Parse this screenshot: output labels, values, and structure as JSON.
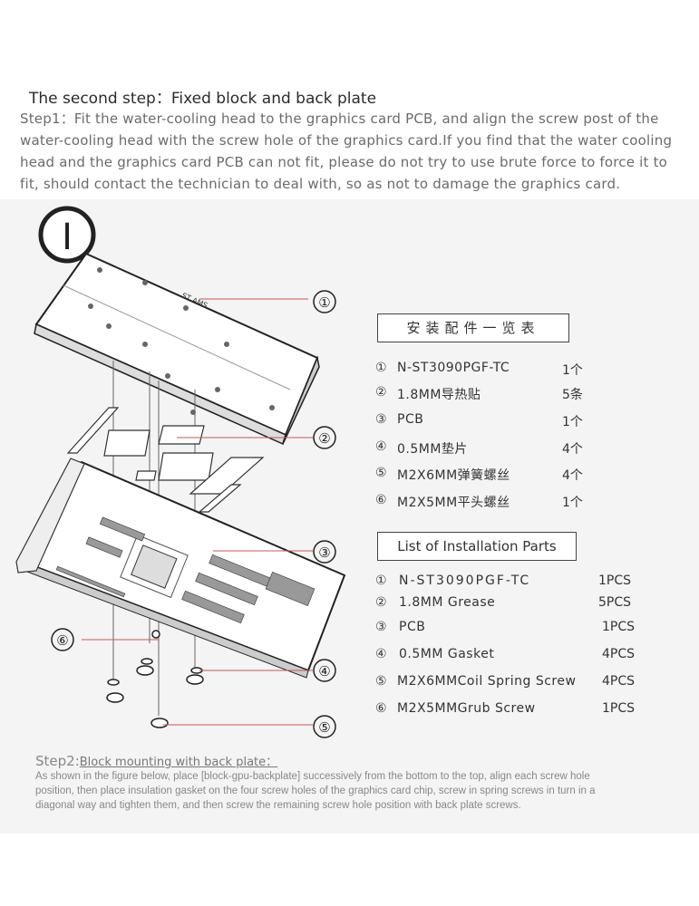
{
  "header": {
    "title": "The second step：Fixed block and back plate",
    "step1": "Step1：Fit the water-cooling head to the graphics card PCB, and align the screw post of the water-cooling head with the screw hole of the graphics card.If you find that the water cooling head and the graphics card PCB can not fit, please do not try to use brute force to force it to fit, should contact the technician to deal with, so as not to damage the graphics card."
  },
  "diagram": {
    "step_badge": "Ⅰ",
    "callouts": [
      "①",
      "②",
      "③",
      "④",
      "⑤",
      "⑥"
    ],
    "block_label": "ST AMS"
  },
  "parts_cn": {
    "heading": "安装配件一览表",
    "items": [
      {
        "num": "①",
        "name": "N-ST3090PGF-TC",
        "qty": "1个"
      },
      {
        "num": "②",
        "name": "1.8MM导热贴",
        "qty": "5条"
      },
      {
        "num": "③",
        "name": "PCB",
        "qty": "1个"
      },
      {
        "num": "④",
        "name": "0.5MM垫片",
        "qty": "4个"
      },
      {
        "num": "⑤",
        "name": "M2X6MM弹簧螺丝",
        "qty": "4个"
      },
      {
        "num": "⑥",
        "name": "M2X5MM平头螺丝",
        "qty": "1个"
      }
    ]
  },
  "parts_en": {
    "heading": "List of Installation Parts",
    "items": [
      {
        "num": "①",
        "name": "N-ST3090PGF-TC",
        "qty": "1PCS"
      },
      {
        "num": "②",
        "name": "1.8MM Grease",
        "qty": "5PCS"
      },
      {
        "num": "③",
        "name": "PCB",
        "qty": "1PCS"
      },
      {
        "num": "④",
        "name": "0.5MM Gasket",
        "qty": "4PCS"
      },
      {
        "num": "⑤",
        "name": "M2X6MMCoil Spring Screw",
        "qty": "4PCS"
      },
      {
        "num": "⑥",
        "name": "M2X5MMGrub Screw",
        "qty": "1PCS"
      }
    ]
  },
  "step2": {
    "label": "Step2:",
    "title": "Block mounting with back plate：",
    "body": "As shown in the figure below, place [block-gpu-backplate] successively from the bottom to the top, align each screw hole position, then place insulation gasket on the four screw holes of the graphics card chip, screw in spring screws in turn in a diagonal way and tighten them, and then screw the remaining screw hole position with back plate screws."
  }
}
